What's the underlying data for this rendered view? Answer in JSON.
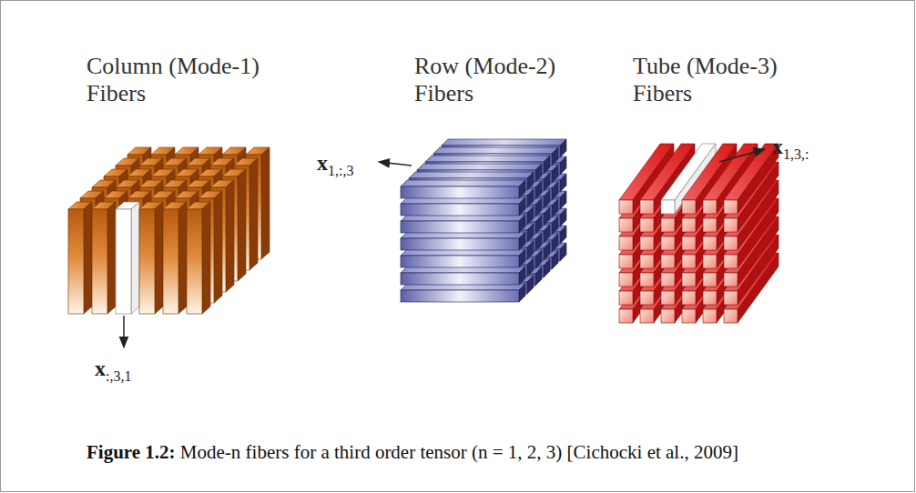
{
  "diagram": {
    "caption": "Figure 1.2: Mode-n fibers for a third order tensor (n = 1, 2, 3) [Cichocki et al., 2009]",
    "labels": [
      "Column (Mode-1) Fibers",
      "Row (Mode-2) Fibers",
      "Tube (Mode-3) Fibers",
      "x:,3,1",
      "x1,:,3",
      "x1,3,:"
    ]
  }
}
